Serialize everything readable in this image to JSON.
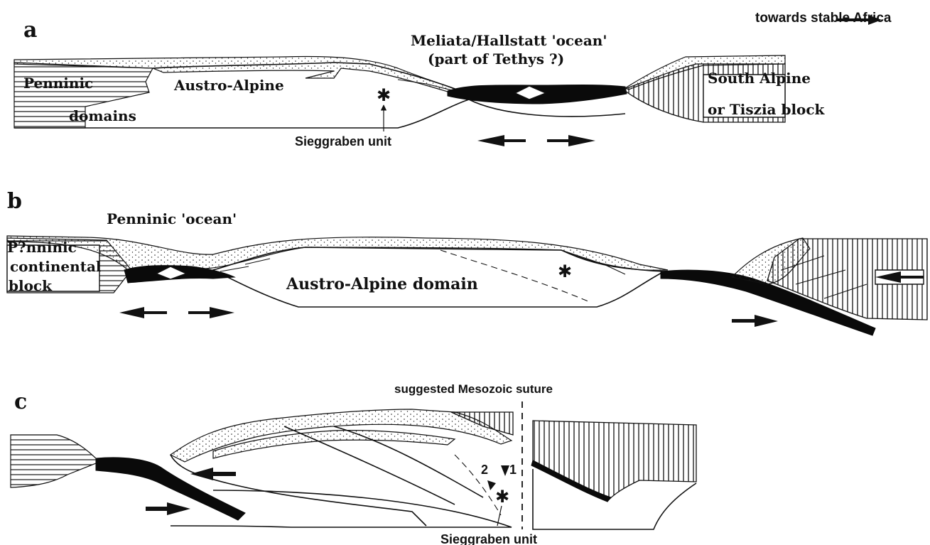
{
  "header_note": "towards stable Africa",
  "panels": {
    "a": {
      "letter": "a",
      "ocean_title": "Meliata/Hallstatt 'ocean'",
      "ocean_subtitle": "(part of Tethys ?)",
      "penninic": "Penninic",
      "domains": "domains",
      "austro_alpine": "Austro-Alpine",
      "south_alpine": "South Alpine",
      "tiszia": "or Tiszia block",
      "sieggraben": "Sieggraben unit"
    },
    "b": {
      "letter": "b",
      "ocean_title": "Penninic 'ocean'",
      "penninic": "P?nninic",
      "continental": "continental",
      "block": "block",
      "austro_alpine": "Austro-Alpine domain"
    },
    "c": {
      "letter": "c",
      "suture": "suggested Mesozoic suture",
      "sieggraben": "Sieggraben unit",
      "marker_1": "1",
      "marker_2": "2"
    }
  }
}
